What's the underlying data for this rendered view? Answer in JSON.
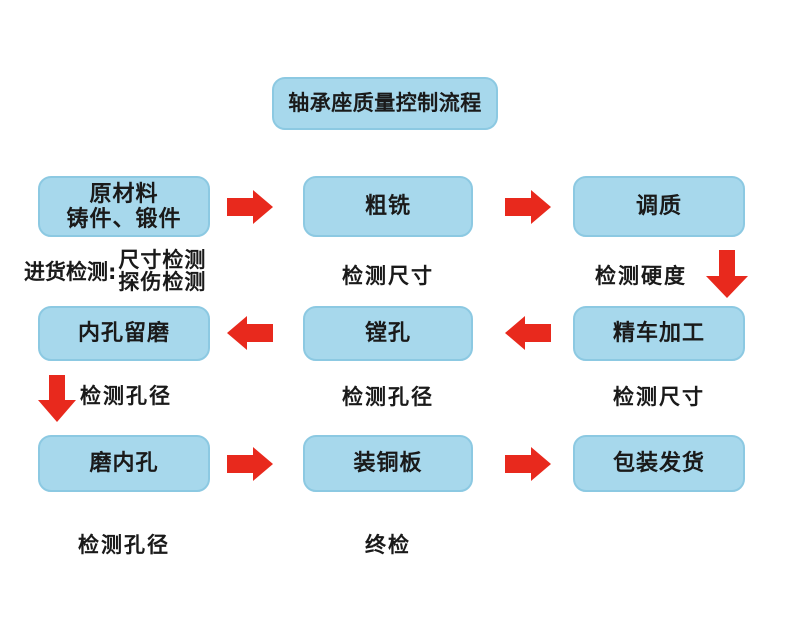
{
  "title": "轴承座质量控制流程",
  "colors": {
    "background": "#FFFFFF",
    "box_fill": "#A7D8EC",
    "box_border": "#8CC9E2",
    "arrow_red": "#E8291D",
    "text": "#1A1A1A"
  },
  "row1": {
    "box1_line1": "原材料",
    "box1_line2": "铸件、锻件",
    "box2": "粗铣",
    "box3": "调质",
    "label1_prefix": "进货检测:",
    "label1_line1": "尺寸检测",
    "label1_line2": "探伤检测",
    "label2": "检测尺寸",
    "label3": "检测硬度"
  },
  "row2": {
    "box1": "内孔留磨",
    "box2": "镗孔",
    "box3": "精车加工",
    "label1": "检测孔径",
    "label2": "检测孔径",
    "label3": "检测尺寸"
  },
  "row3": {
    "box1": "磨内孔",
    "box2": "装铜板",
    "box3": "包装发货",
    "label1": "检测孔径",
    "label2": "终检"
  }
}
